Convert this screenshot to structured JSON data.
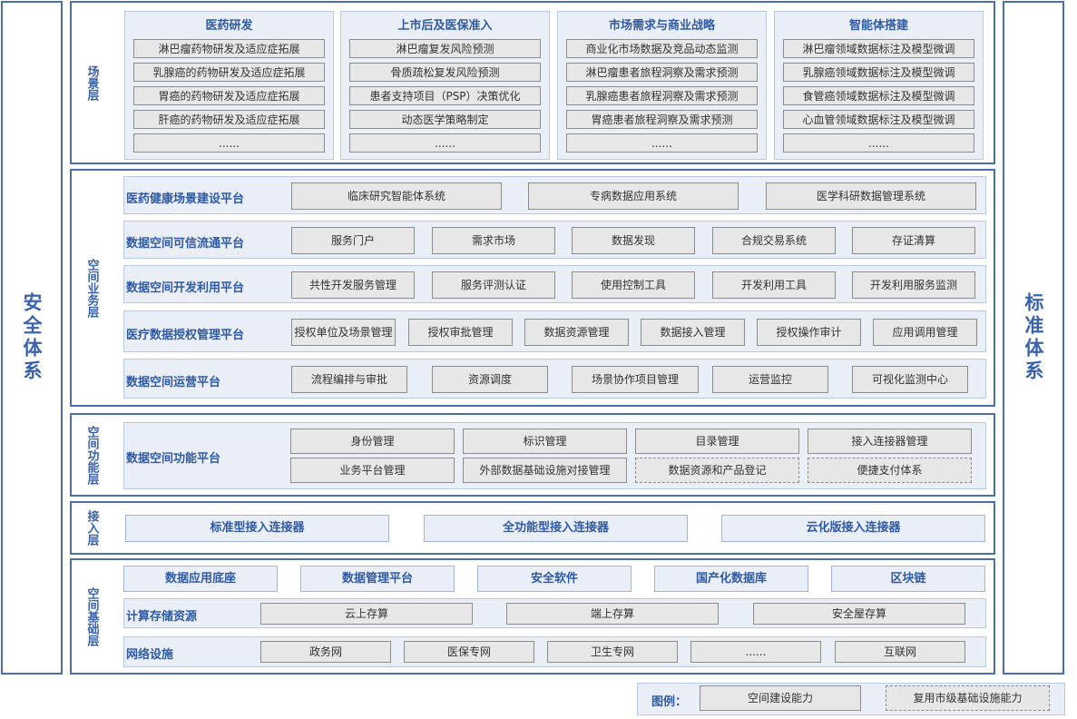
{
  "security": {
    "label": "安全体系"
  },
  "standard": {
    "label": "标准体系"
  },
  "scene_layer": {
    "label": "场景层",
    "panels": [
      {
        "title": "医药研发",
        "items": [
          "淋巴瘤药物研发及适应症拓展",
          "乳腺癌的药物研发及适应症拓展",
          "胃癌的药物研发及适应症拓展",
          "肝癌的药物研发及适应症拓展",
          "......"
        ]
      },
      {
        "title": "上市后及医保准入",
        "items": [
          "淋巴瘤复发风险预测",
          "骨质疏松复发风险预测",
          "患者支持项目（PSP）决策优化",
          "动态医学策略制定",
          "......"
        ]
      },
      {
        "title": "市场需求与商业战略",
        "items": [
          "商业化市场数据及竞品动态监测",
          "淋巴瘤患者旅程洞察及需求预测",
          "乳腺癌患者旅程洞察及需求预测",
          "胃癌患者旅程洞察及需求预测",
          "......"
        ]
      },
      {
        "title": "智能体搭建",
        "items": [
          "淋巴瘤领域数据标注及模型微调",
          "乳腺癌领域数据标注及模型微调",
          "食管癌领域数据标注及模型微调",
          "心血管领域数据标注及模型微调",
          "......"
        ]
      }
    ]
  },
  "business_layer": {
    "label": "空间业务层",
    "rows": [
      {
        "title": "医药健康场景建设平台",
        "items": [
          "临床研究智能体系统",
          "专病数据应用系统",
          "医学科研数据管理系统"
        ]
      },
      {
        "title": "数据空间可信流通平台",
        "items": [
          "服务门户",
          "需求市场",
          "数据发现",
          "合规交易系统",
          "存证清算"
        ]
      },
      {
        "title": "数据空间开发利用平台",
        "items": [
          "共性开发服务管理",
          "服务评测认证",
          "使用控制工具",
          "开发利用工具",
          "开发利用服务监测"
        ]
      },
      {
        "title": "医疗数据授权管理平台",
        "items": [
          "授权单位及场景管理",
          "授权审批管理",
          "数据资源管理",
          "数据接入管理",
          "授权操作审计",
          "应用调用管理"
        ]
      },
      {
        "title": "数据空间运营平台",
        "items": [
          "流程编排与审批",
          "资源调度",
          "场景协作项目管理",
          "运营监控",
          "可视化监测中心"
        ]
      }
    ]
  },
  "function_layer": {
    "label": "空间功能层",
    "title": "数据空间功能平台",
    "row1": [
      "身份管理",
      "标识管理",
      "目录管理",
      "接入连接器管理"
    ],
    "row2": [
      "业务平台管理",
      "外部数据基础设施对接管理"
    ],
    "row2_dashed": [
      "数据资源和产品登记",
      "便捷支付体系"
    ]
  },
  "access_layer": {
    "label": "接入层",
    "items": [
      "标准型接入连接器",
      "全功能型接入连接器",
      "云化版接入连接器"
    ]
  },
  "infra_layer": {
    "label": "空间基础层",
    "top_items": [
      "数据应用底座",
      "数据管理平台",
      "安全软件",
      "国产化数据库",
      "区块链"
    ],
    "compute": {
      "title": "计算存储资源",
      "items": [
        "云上存算",
        "端上存算",
        "安全屋存算"
      ]
    },
    "network": {
      "title": "网络设施",
      "items": [
        "政务网",
        "医保专网",
        "卫生专网",
        "......",
        "互联网"
      ]
    }
  },
  "legend": {
    "title": "图例：",
    "solid": "空间建设能力",
    "dashed": "复用市级基础设施能力"
  }
}
